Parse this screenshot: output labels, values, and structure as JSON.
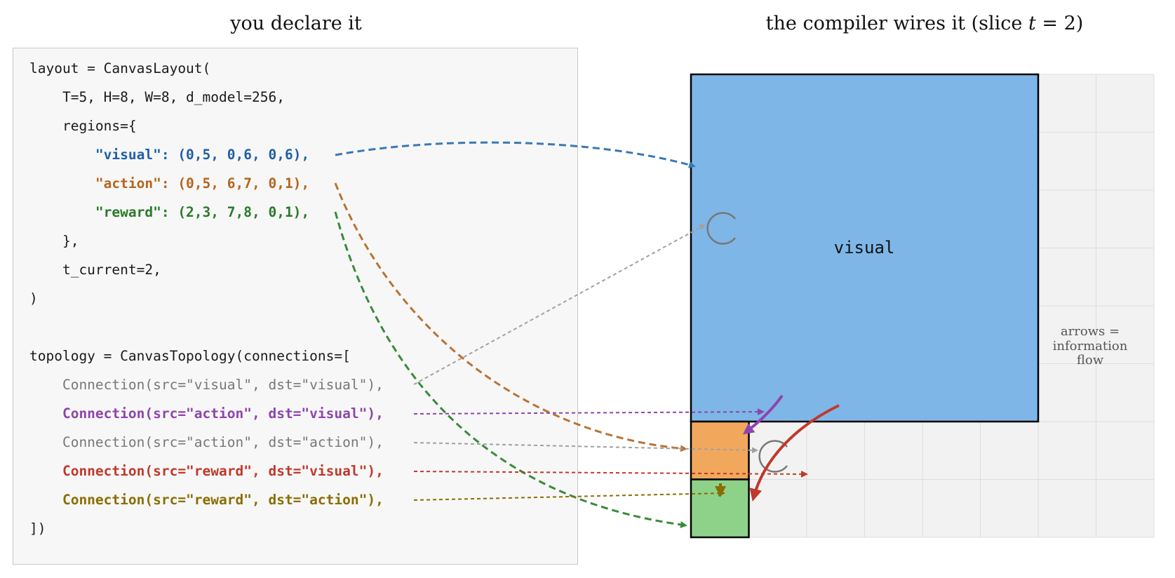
{
  "titles": {
    "left": "you declare it",
    "right_prefix": "the compiler wires it  (slice ",
    "right_var": "t",
    "right_eq": " = 2)"
  },
  "code": {
    "lines": [
      "layout = CanvasLayout(",
      "    T=5, H=8, W=8, d_model=256,",
      "    regions={",
      "        \"visual\": (0,5, 0,6, 0,6),",
      "        \"action\": (0,5, 6,7, 0,1),",
      "        \"reward\": (2,3, 7,8, 0,1),",
      "    },",
      "    t_current=2,",
      ")",
      "",
      "topology = CanvasTopology(connections=[",
      "    Connection(src=\"visual\", dst=\"visual\"),",
      "    Connection(src=\"action\", dst=\"visual\"),",
      "    Connection(src=\"action\", dst=\"action\"),",
      "    Connection(src=\"reward\", dst=\"visual\"),",
      "    Connection(src=\"reward\", dst=\"action\"),",
      "])"
    ]
  },
  "grid": {
    "visual_label": "visual",
    "note_lines": [
      "arrows =",
      "information",
      "flow"
    ]
  },
  "colors": {
    "visual": "#1f5fa8",
    "action": "#b5651d",
    "reward": "#2a7a2a",
    "self_conn": "#777777",
    "action_to_visual": "#8e44ad",
    "reward_to_visual": "#c0392b",
    "reward_to_action": "#8a6d00",
    "visual_fill": "#7eb6e8",
    "action_fill": "#f2a85c",
    "reward_fill": "#8ed28a"
  }
}
